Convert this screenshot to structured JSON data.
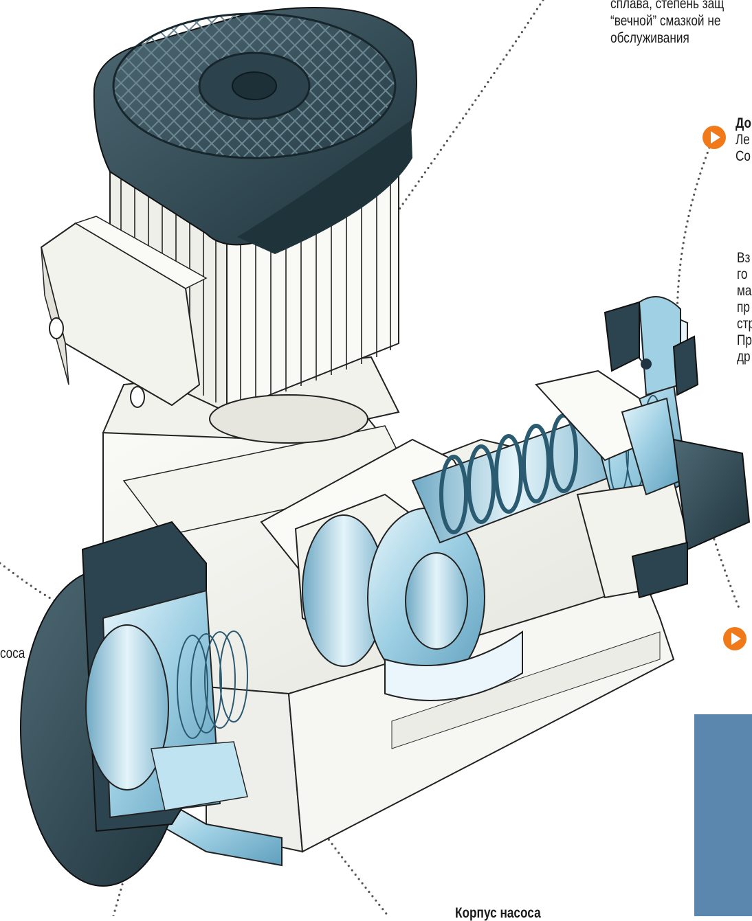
{
  "callouts": {
    "motor_text": [
      "сплава, степень защ",
      "“вечной” смазкой не",
      "обслуживания"
    ],
    "valve_title": "До",
    "valve_lines": [
      "Ле",
      "Со"
    ],
    "valve_body": [
      "Вз",
      "го",
      "ма",
      "пр",
      "стр",
      "Пр",
      "др"
    ],
    "left_label": "coca",
    "bottom_label": "Корпус насоса"
  },
  "colors": {
    "accent_marker": "#f07a1a",
    "panel_blue": "#5b86ad",
    "motor_dark": "#2f4a56",
    "metal_blue": "#8fc4dc"
  }
}
